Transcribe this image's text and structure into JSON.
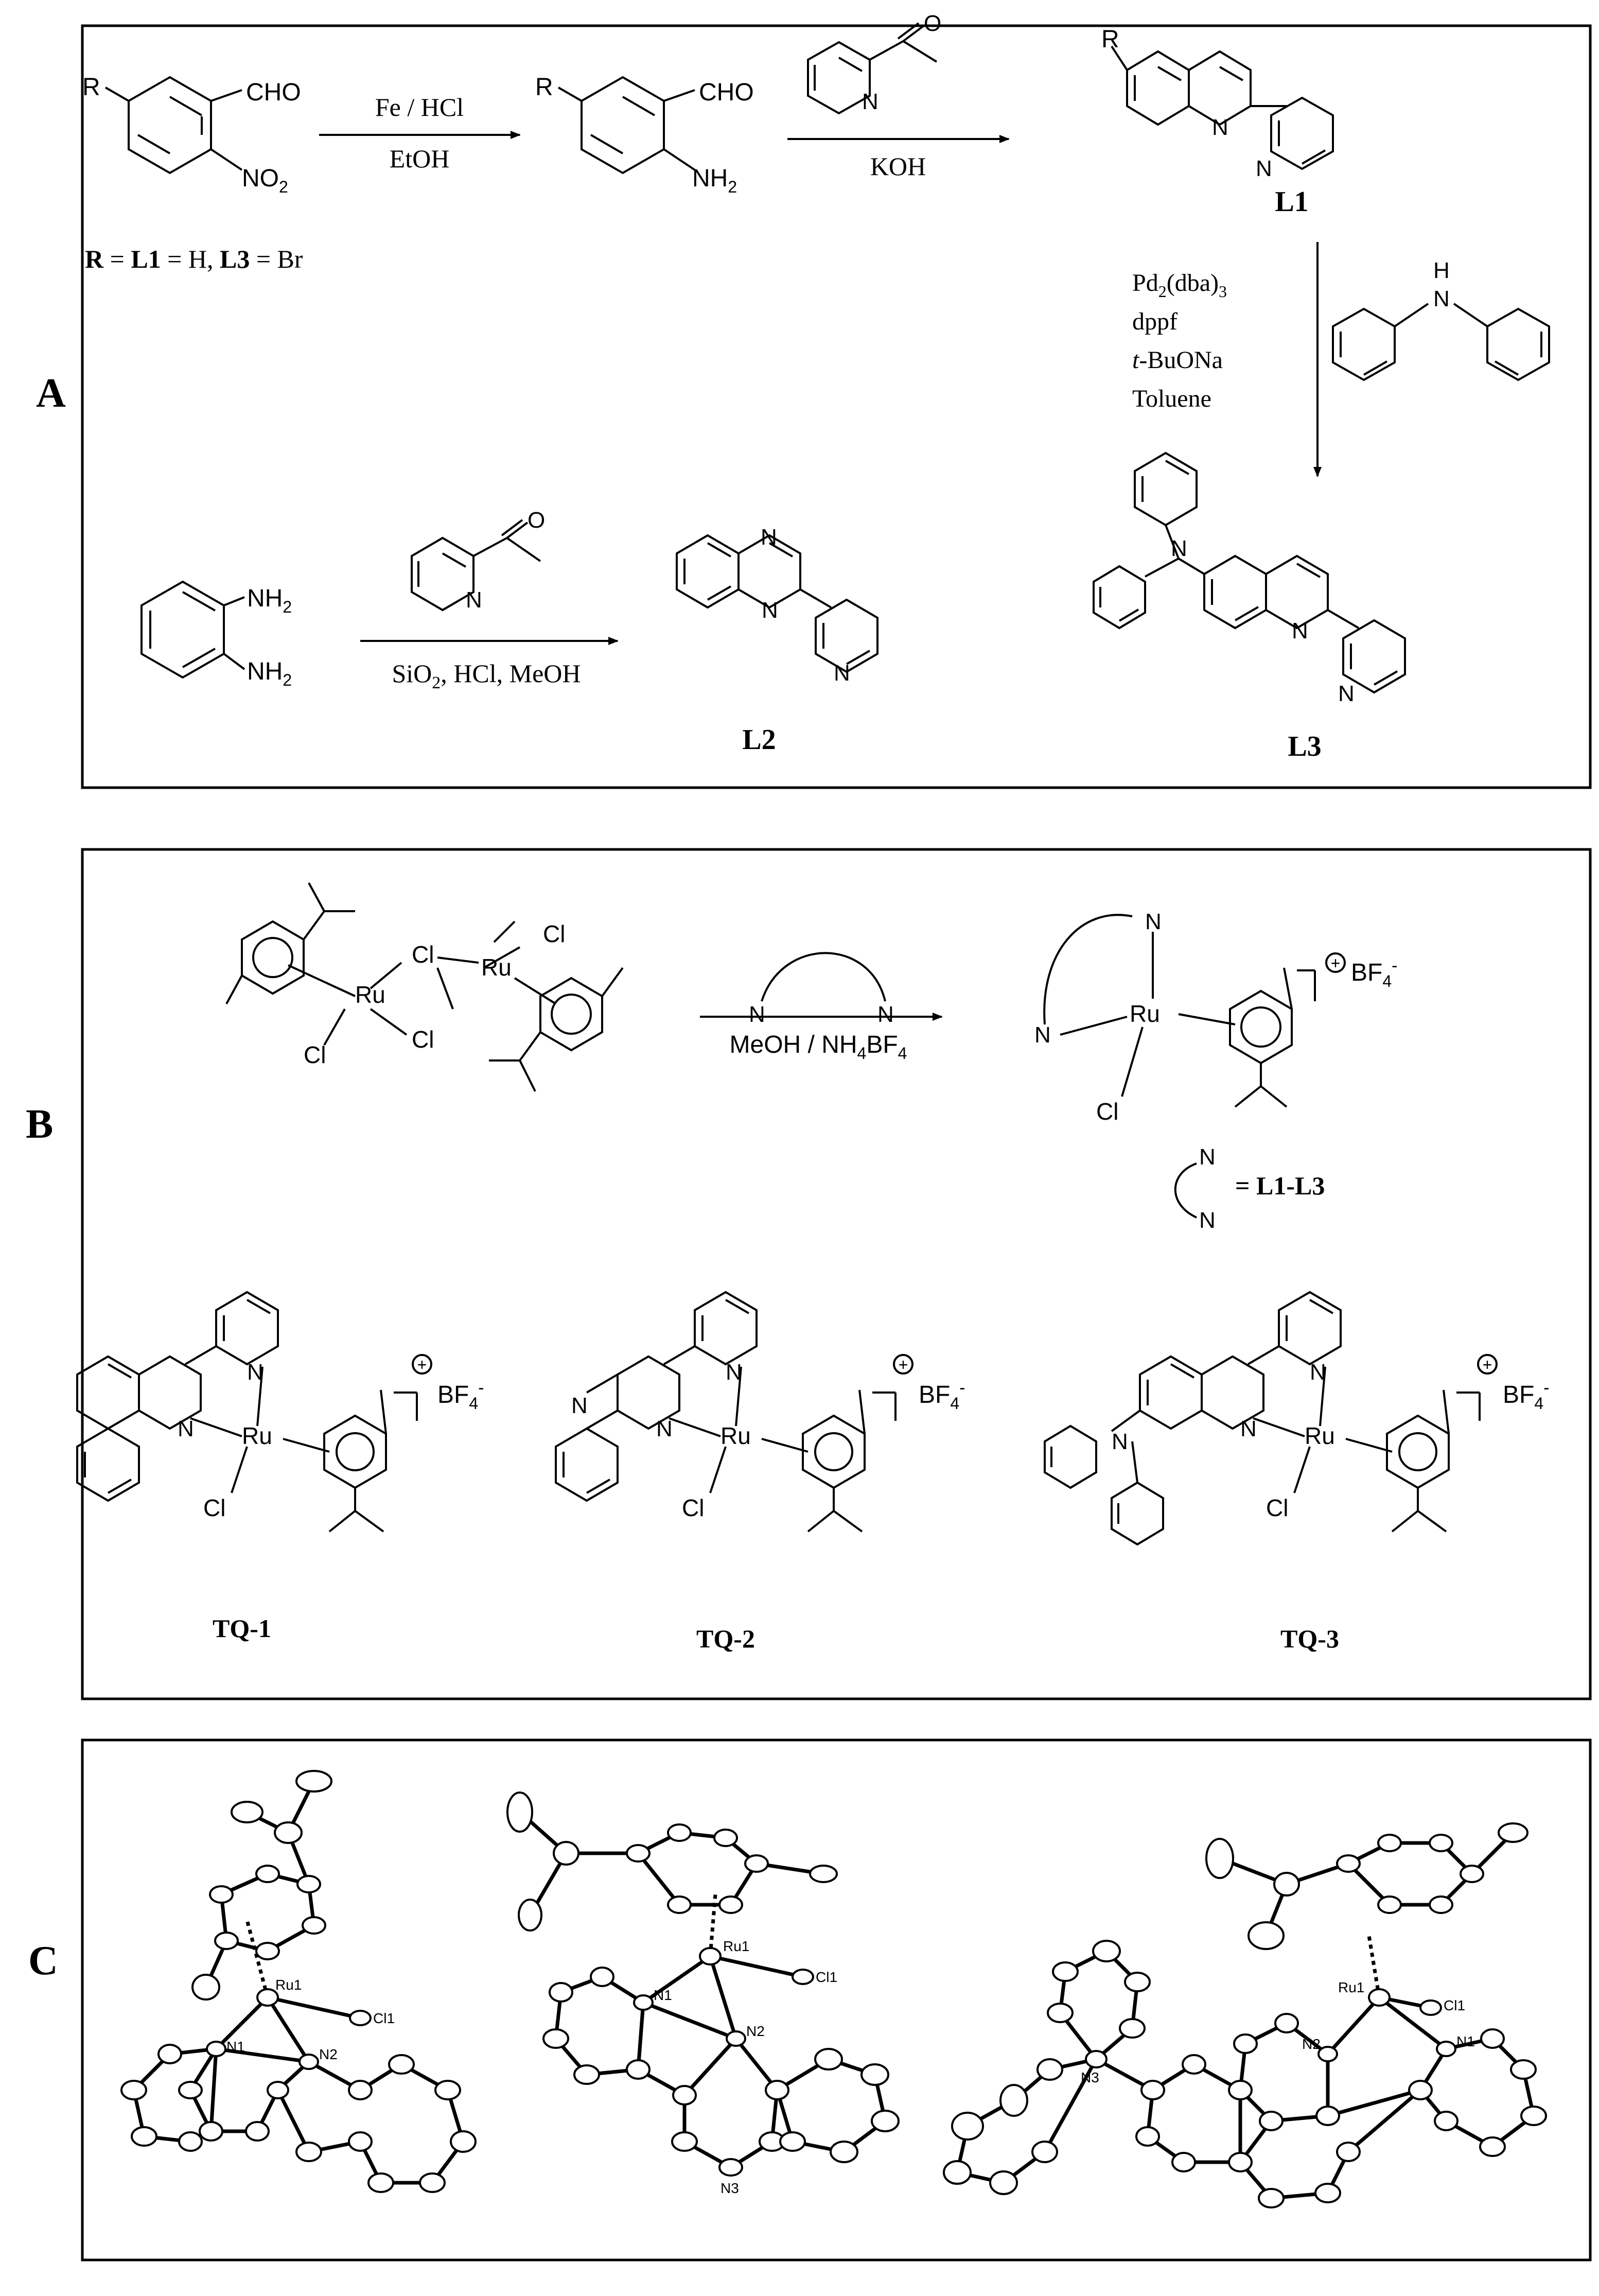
{
  "figure": {
    "panel_labels": {
      "a": "A",
      "b": "B",
      "c": "C"
    },
    "panel_a": {
      "R": "R",
      "CHO": "CHO",
      "NO2": "NO",
      "NO2_sub": "2",
      "NH2": "NH",
      "NH2_sub": "2",
      "N": "N",
      "O": "O",
      "H": "H",
      "r_def_R": "R",
      "r_def_eq1": " = ",
      "r_def_L1": "L1",
      "r_def_mid": " = H, ",
      "r_def_L3": "L3",
      "r_def_end": " = Br",
      "step1_top": "Fe / HCl",
      "step1_bottom": "EtOH",
      "step2_bottom": "KOH",
      "label_L1": "L1",
      "step3_line1_a": "Pd",
      "step3_line1_sub": "2",
      "step3_line1_b": "(dba)",
      "step3_line1_sub2": "3",
      "step3_line2": "dppf",
      "step3_line3_a": "t",
      "step3_line3_b": "-BuONa",
      "step3_line4": "Toluene",
      "step4_bottom_a": "SiO",
      "step4_bottom_sub": "2",
      "step4_bottom_b": ", HCl, MeOH",
      "label_L2": "L2",
      "label_L3": "L3"
    },
    "panel_b": {
      "Ru": "Ru",
      "Cl": "Cl",
      "N": "N",
      "reagent_a": "MeOH / NH",
      "reagent_sub1": "4",
      "reagent_b": "BF",
      "reagent_sub2": "4",
      "charge": "+",
      "counterion": "BF",
      "counterion_sub": "4",
      "counterion_sup": "-",
      "ligand_def": "= L1-L3",
      "label_TQ1": "TQ-1",
      "label_TQ2": "TQ-2",
      "label_TQ3": "TQ-3"
    },
    "panel_c": {
      "ru1": "Ru1",
      "cl1": "Cl1",
      "n1": "N1",
      "n2": "N2",
      "n3": "N3"
    }
  }
}
